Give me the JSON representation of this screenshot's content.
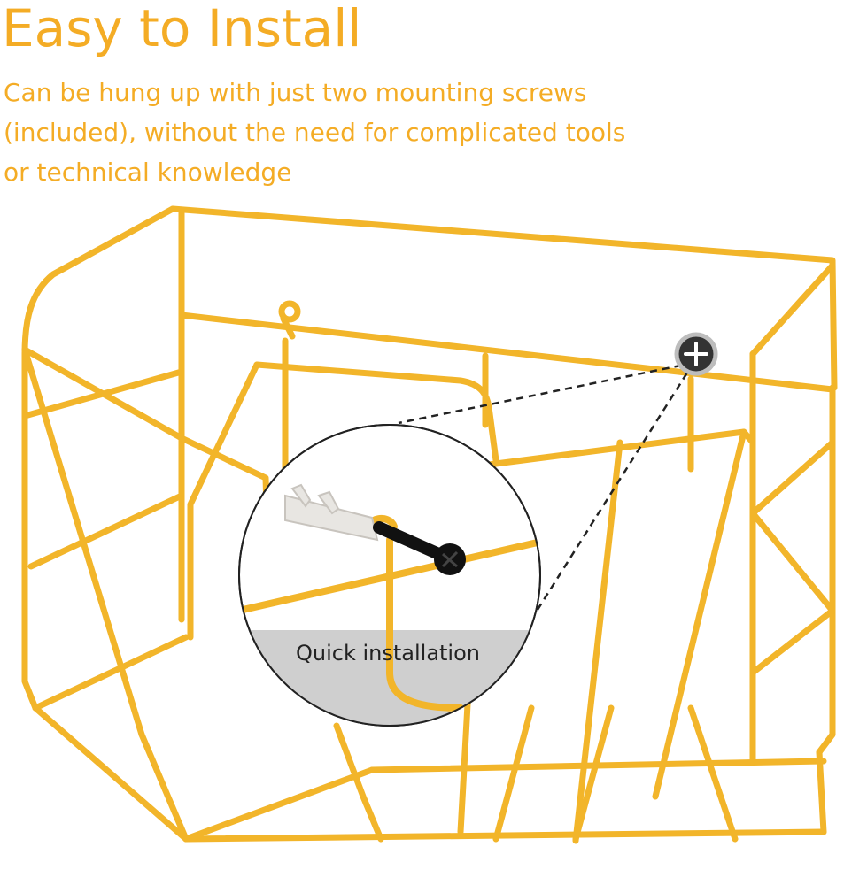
{
  "headline": "Easy to Install",
  "subtext_lines": [
    "Can be hung up with just two mounting screws",
    "(included), without the need for complicated tools",
    "or technical knowledge"
  ],
  "callout": {
    "caption": "Quick installation"
  },
  "icons": [
    "plus-icon"
  ],
  "colors": {
    "accent": "#f4ac25",
    "wire": "#f2b52a",
    "wire_dark": "#d99a12"
  }
}
